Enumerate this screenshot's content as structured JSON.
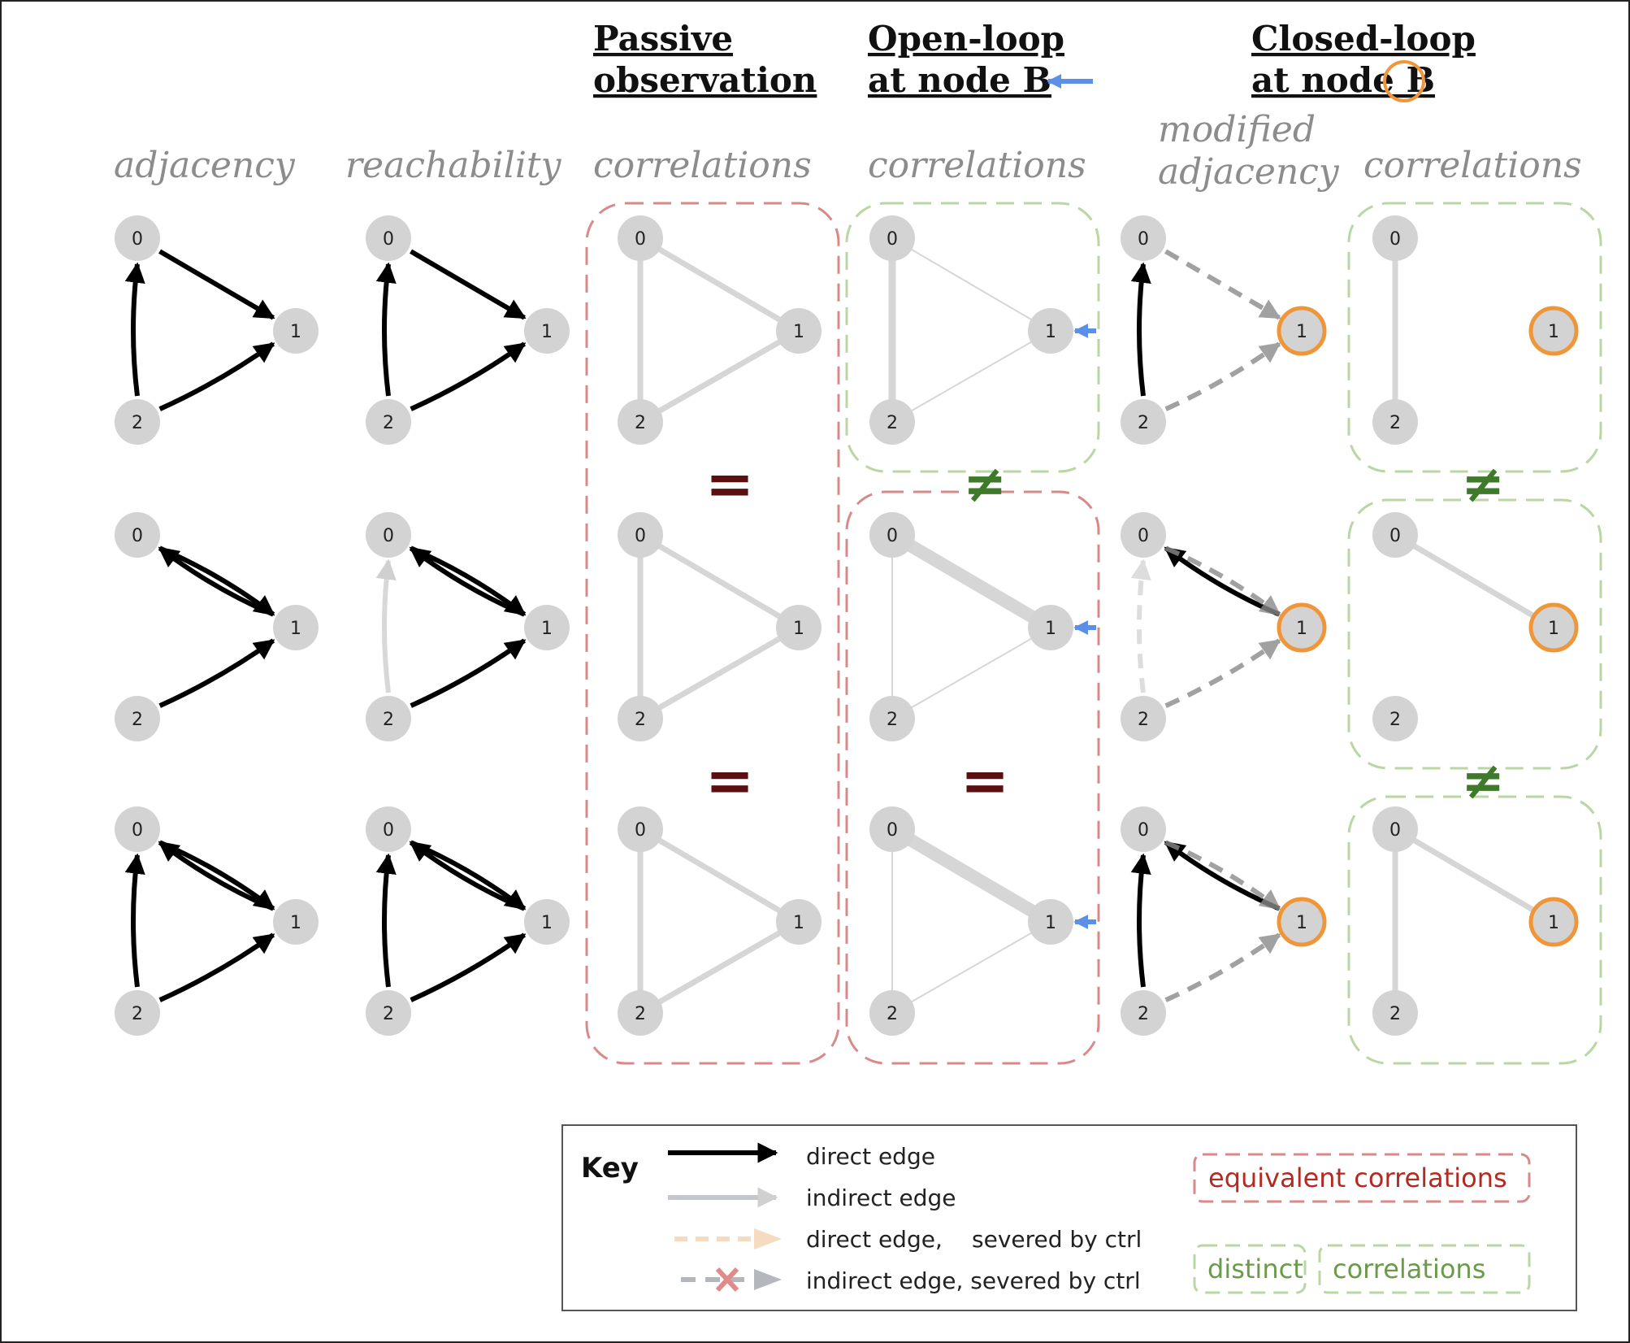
{
  "headers": {
    "passive_line1": "Passive",
    "passive_line2": "observation",
    "openloop_line1": "Open-loop",
    "openloop_line2": "at node B",
    "closedloop_line1": "Closed-loop",
    "closedloop_line2": "at node B"
  },
  "columns": {
    "adjacency": "adjacency",
    "reachability": "reachability",
    "correlations_passive": "correlations",
    "correlations_open": "correlations",
    "modified_line1": "modified",
    "modified_line2": "adjacency",
    "correlations_closed": "correlations"
  },
  "nodes": {
    "n0": "0",
    "n1": "1",
    "n2": "2"
  },
  "symbols": {
    "equal": "=",
    "not_equal": "≠"
  },
  "key": {
    "title": "Key",
    "direct_edge": "direct edge",
    "indirect_edge": "indirect edge",
    "direct_severed_a": "direct edge,",
    "direct_severed_b": "severed by ctrl",
    "indirect_severed": "indirect edge,  severed by ctrl",
    "equivalent": "equivalent correlations",
    "distinct": "distinct",
    "correlations": "correlations"
  },
  "colors": {
    "direct": "#000000",
    "indirect": "#d0d0d0",
    "node_fill": "#d3d3d3",
    "control_ring": "#f0963a",
    "open_loop_arrow": "#5b8fe8",
    "equivalent_box": "#d88a8a",
    "distinct_box": "#b8d7a3"
  }
}
